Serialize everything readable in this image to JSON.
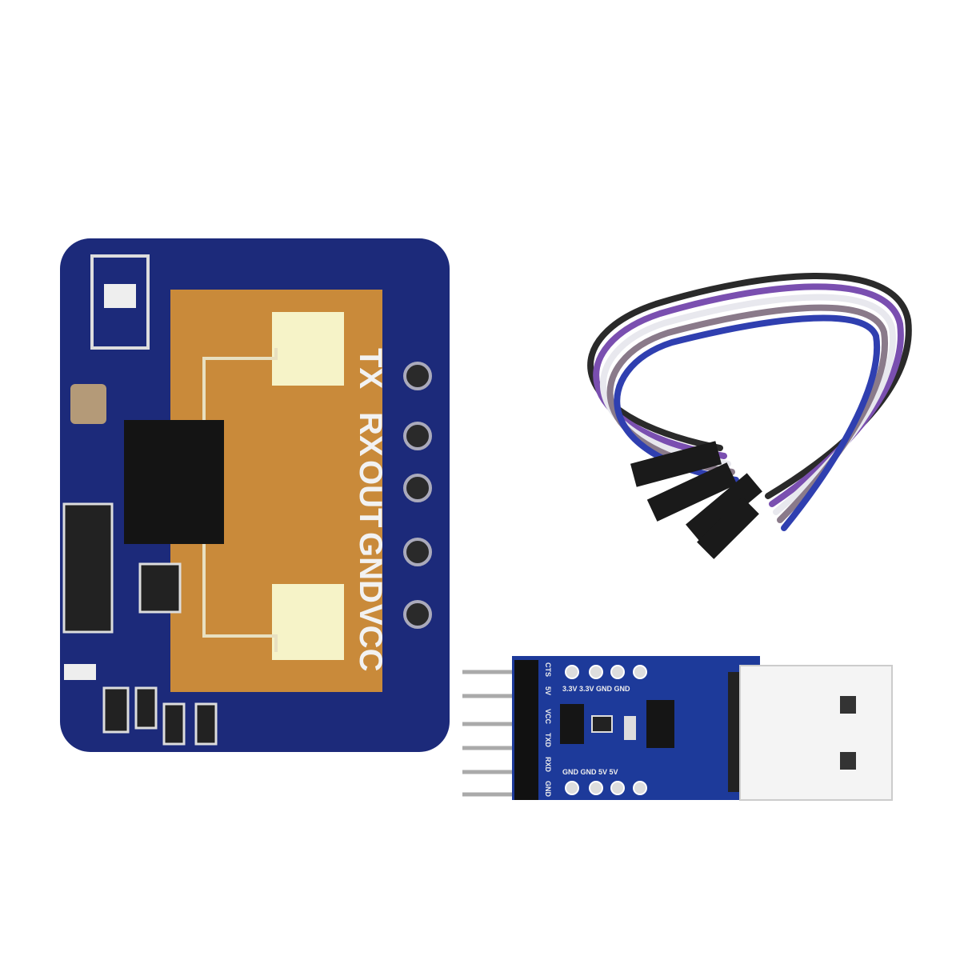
{
  "radar_module": {
    "pin_labels": [
      "TX",
      "RX",
      "OUT",
      "GND",
      "VCC"
    ],
    "colors": {
      "pcb": "#1c2a7a",
      "copper": "#c98a3a",
      "antenna": "#f6f3c8",
      "chip": "#141414"
    }
  },
  "usb_adapter": {
    "header_labels": [
      "CTS",
      "5V",
      "VCC",
      "TXD",
      "RXD",
      "GND"
    ],
    "top_pad_labels": "3.3V 3.3V GND GND",
    "bottom_pad_labels": "GND GND 5V 5V",
    "colors": {
      "pcb": "#1d3a9a",
      "usb_plug": "#f4f4f4"
    }
  },
  "cable": {
    "wire_colors": [
      "#2a2a2a",
      "#7a4fb0",
      "#e8e8ee",
      "#8a7a8a",
      "#2f3fb0"
    ]
  }
}
